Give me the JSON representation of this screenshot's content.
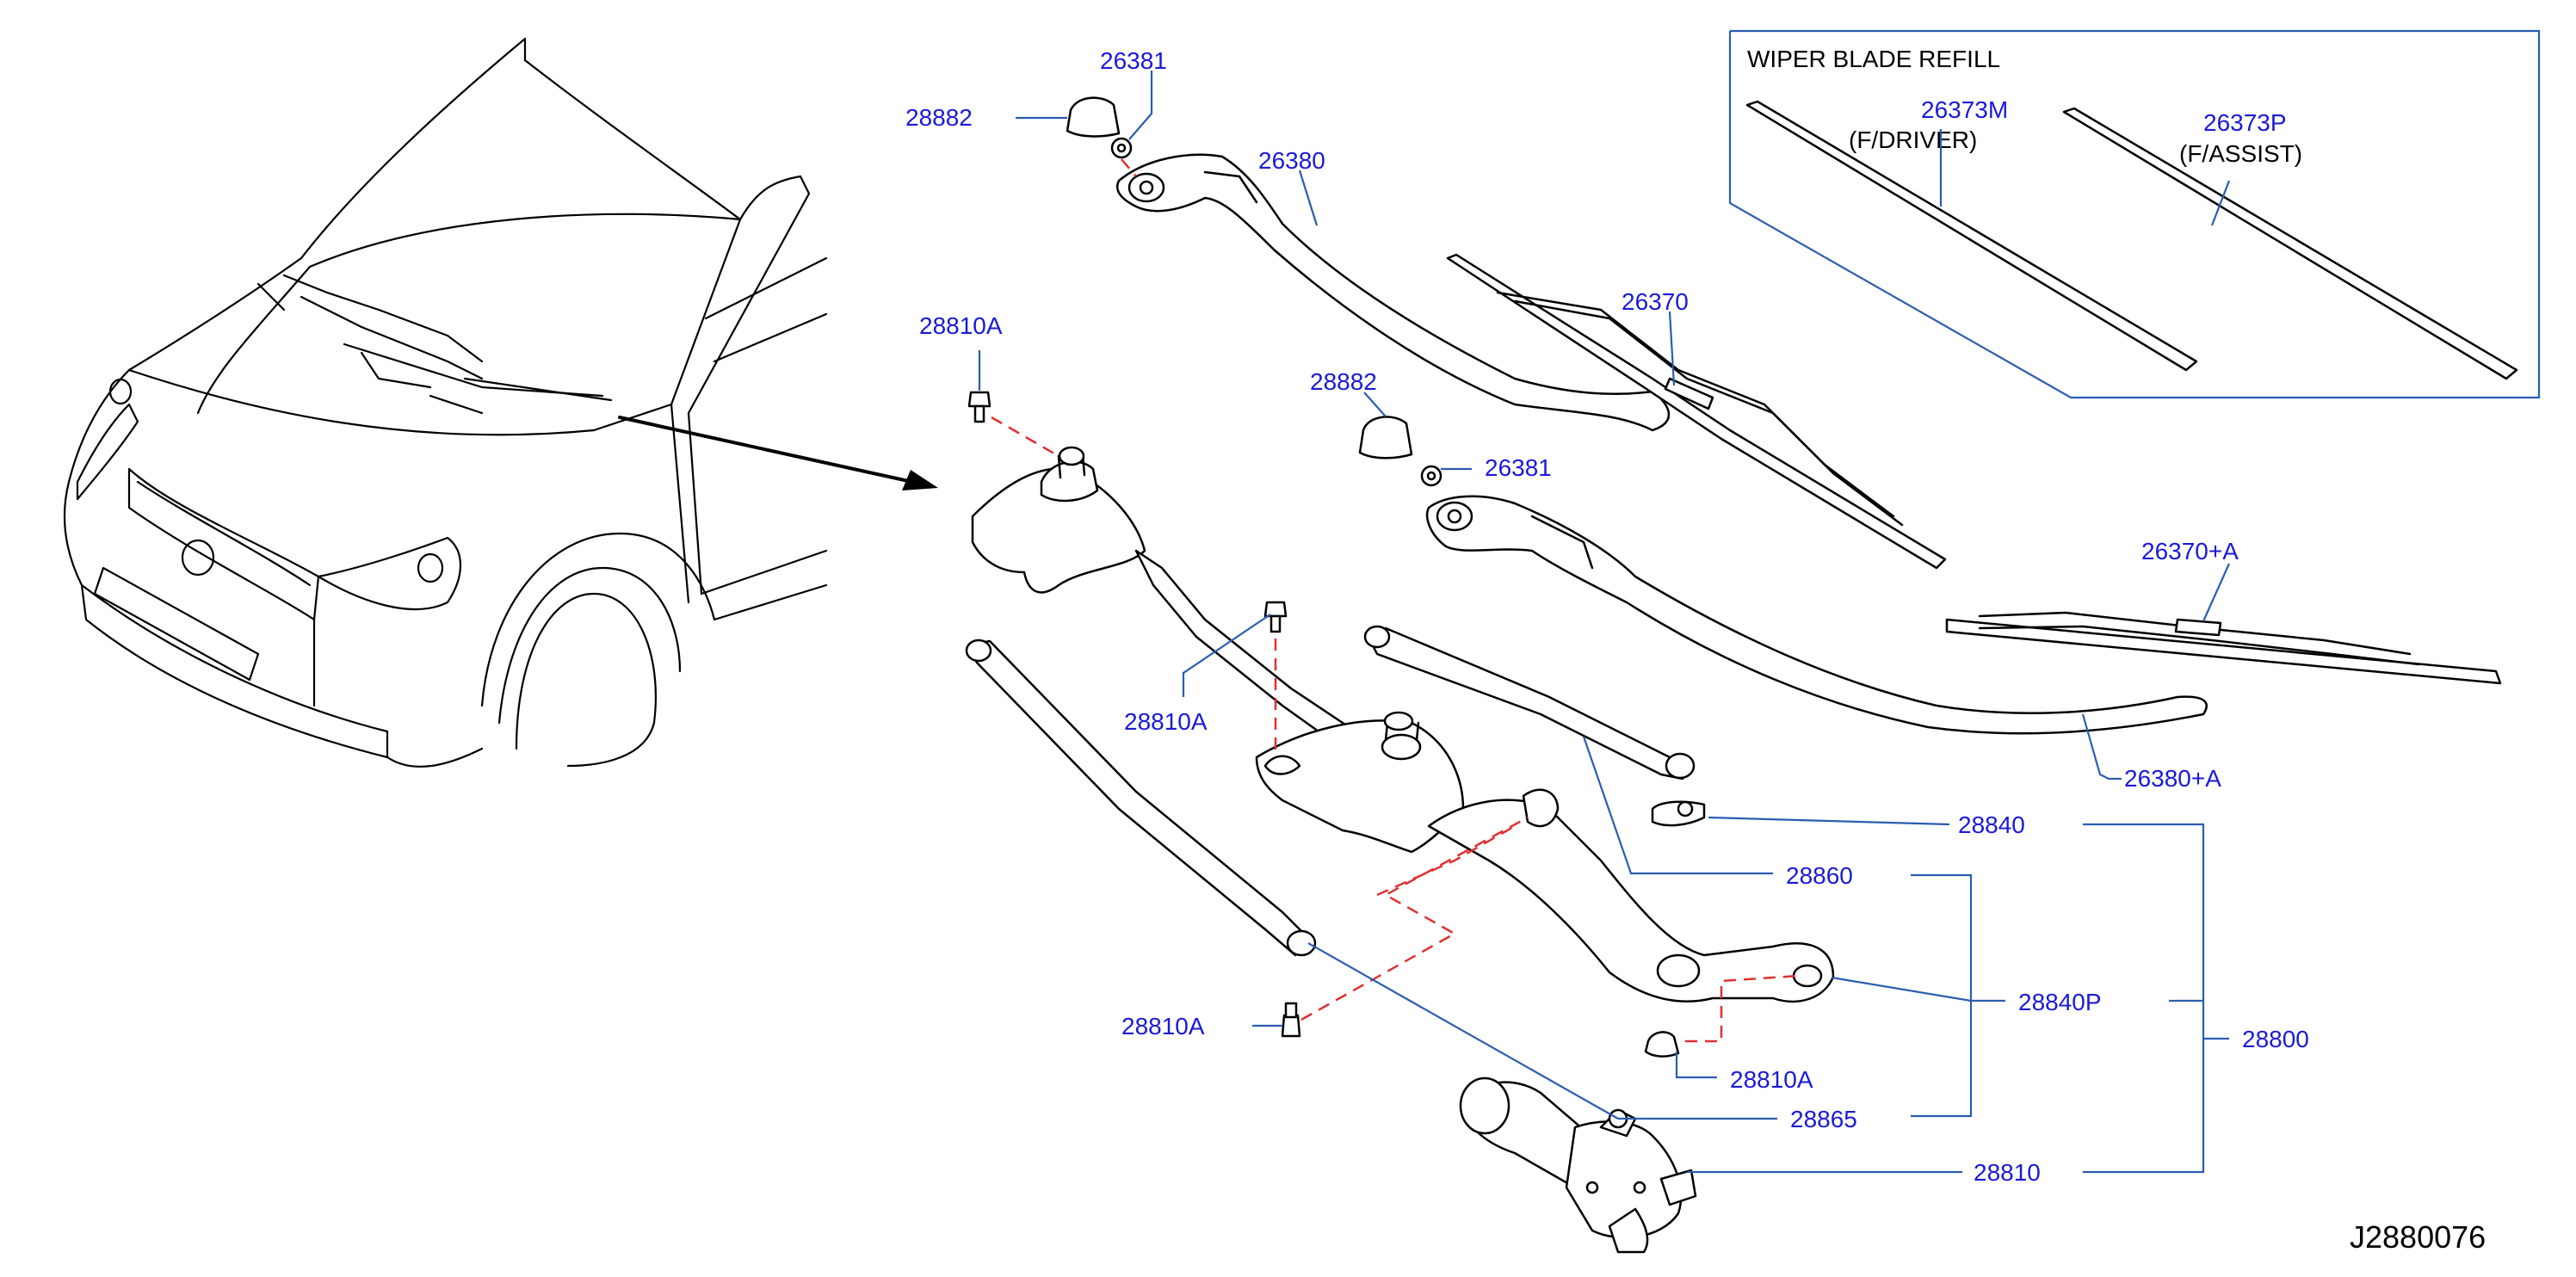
{
  "refill_box": {
    "title": "WIPER   BLADE   REFILL",
    "driver_part": "26373M",
    "driver_note": "(F/DRIVER)",
    "assist_part": "26373P",
    "assist_note": "(F/ASSIST)"
  },
  "parts": {
    "p26381_top": "26381",
    "p28882_top": "28882",
    "p26380": "26380",
    "p28810A_top": "28810A",
    "p26370": "26370",
    "p28882_mid": "28882",
    "p26381_mid": "26381",
    "p26370A": "26370+A",
    "p28810A_mid": "28810A",
    "p26380A": "26380+A",
    "p28840": "28840",
    "p28860": "28860",
    "p28840P": "28840P",
    "p28800": "28800",
    "p28810A_low": "28810A",
    "p28810A_right": "28810A",
    "p28865": "28865",
    "p28810": "28810"
  },
  "diagram_code": "J2880076"
}
